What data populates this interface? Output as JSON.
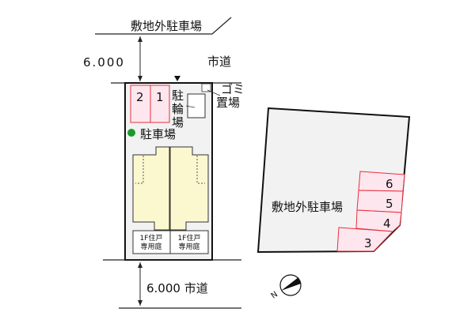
{
  "labels": {
    "offsite_parking_top": "敷地外駐車場",
    "road_width_top": "6.000",
    "city_road_top": "市道",
    "garbage": [
      "ゴミ",
      "置場"
    ],
    "bicycle_parking": [
      "駐",
      "輪",
      "場"
    ],
    "parking": "駐車場",
    "garden_left": [
      "1F住戸",
      "専用庭"
    ],
    "garden_right": [
      "1F住戸",
      "専用庭"
    ],
    "road_bottom": "6.000 市道",
    "offsite_parking": "敷地外駐車場"
  },
  "parking_spaces_onsite": [
    "2",
    "1"
  ],
  "parking_spaces_offsite": [
    "6",
    "5",
    "4",
    "3"
  ],
  "colors": {
    "stall_fill": "#fde6ee",
    "stall_stroke": "#e8303c",
    "building": "#fbf8d0",
    "lot": "#f2f2f2",
    "dot": "#1a9a2a"
  },
  "compass": "north-arrow-icon"
}
